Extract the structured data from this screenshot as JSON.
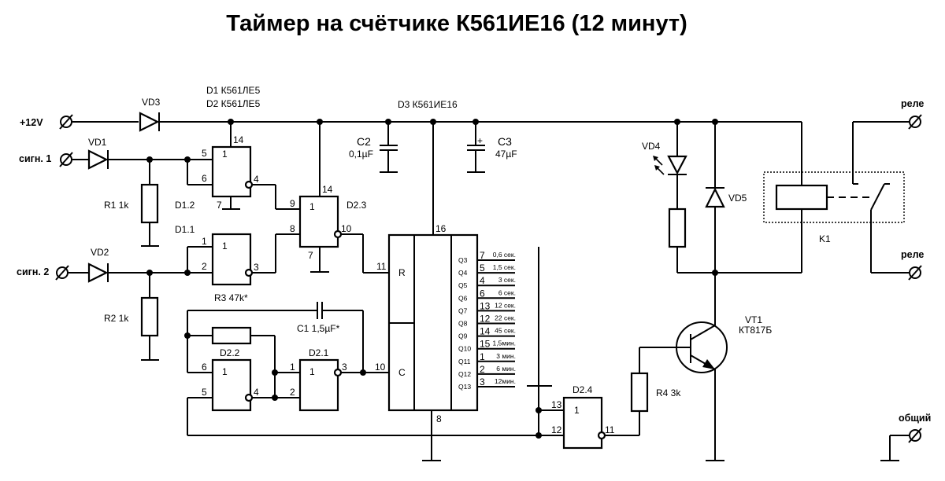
{
  "title": "Таймер на счётчике К561ИЕ16 (12 минут)",
  "terminals": {
    "power": "+12V",
    "signal1": "сигн. 1",
    "signal2": "сигн. 2",
    "relay1": "реле",
    "relay2": "реле",
    "common": "общий"
  },
  "ic_labels": {
    "d1": "D1 К561ЛЕ5",
    "d2": "D2 К561ЛЕ5",
    "d3": "D3 К561ИЕ16"
  },
  "gates": {
    "d1_1": {
      "name": "D1.1",
      "sym": "1",
      "in1": "1",
      "in2": "2",
      "out": "3"
    },
    "d1_2": {
      "name": "D1.2",
      "sym": "1",
      "in1": "5",
      "in2": "6",
      "out": "4",
      "vcc": "14",
      "gnd": "7"
    },
    "d2_1": {
      "name": "D2.1",
      "sym": "1",
      "in1": "1",
      "in2": "2",
      "out": "3"
    },
    "d2_2": {
      "name": "D2.2",
      "sym": "1",
      "in1": "6",
      "in2": "5",
      "out": "4"
    },
    "d2_3": {
      "name": "D2.3",
      "sym": "1",
      "in1": "9",
      "in2": "8",
      "out": "10",
      "vcc": "14",
      "gnd": "7"
    },
    "d2_4": {
      "name": "D2.4",
      "sym": "1",
      "in1": "13",
      "in2": "12",
      "out": "11"
    }
  },
  "counter": {
    "reset_label": "R",
    "clock_label": "C",
    "reset_pin": "11",
    "clock_pin": "10",
    "vcc_pin": "16",
    "gnd_pin": "8",
    "outputs": [
      {
        "q": "Q3",
        "pin": "7",
        "time": "0,6 сек."
      },
      {
        "q": "Q4",
        "pin": "5",
        "time": "1,5 сек."
      },
      {
        "q": "Q5",
        "pin": "4",
        "time": "3 сек."
      },
      {
        "q": "Q6",
        "pin": "6",
        "time": "6 сек."
      },
      {
        "q": "Q7",
        "pin": "13",
        "time": "12 сек."
      },
      {
        "q": "Q8",
        "pin": "12",
        "time": "22 сек."
      },
      {
        "q": "Q9",
        "pin": "14",
        "time": "45 сек."
      },
      {
        "q": "Q10",
        "pin": "15",
        "time": "1,5мин."
      },
      {
        "q": "Q11",
        "pin": "1",
        "time": "3 мин."
      },
      {
        "q": "Q12",
        "pin": "2",
        "time": "6 мин."
      },
      {
        "q": "Q13",
        "pin": "3",
        "time": "12мин."
      }
    ]
  },
  "components": {
    "vd1": "VD1",
    "vd2": "VD2",
    "vd3": "VD3",
    "vd4": "VD4",
    "vd5": "VD5",
    "r1": "R1 1k",
    "r2": "R2 1k",
    "r3": "R3 47k*",
    "r4": "R4 3k",
    "c1": "C1 1,5µF*",
    "c2_name": "C2",
    "c2_value": "0,1µF",
    "c3_name": "C3",
    "c3_value": "47µF",
    "c3_polarity": "+",
    "k1": "K1",
    "vt1_name": "VT1",
    "vt1_type": "КТ817Б"
  }
}
